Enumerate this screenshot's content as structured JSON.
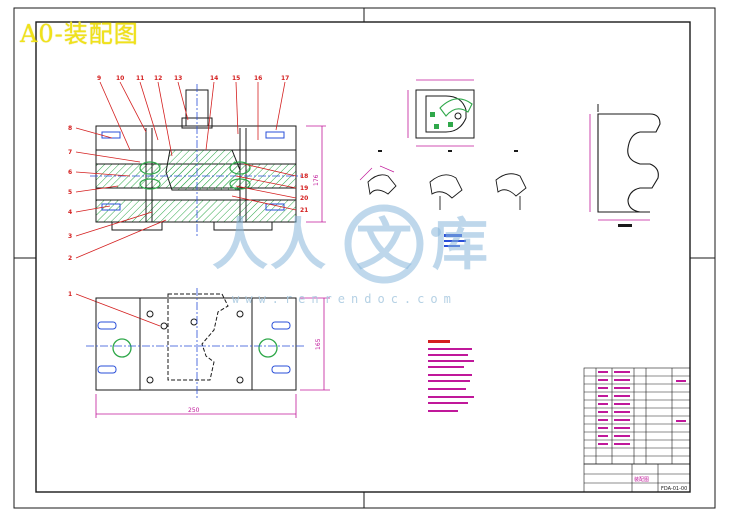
{
  "drawing": {
    "title": "A0-装配图",
    "watermark": {
      "chars": [
        "人",
        "人",
        "文",
        "库"
      ],
      "url": "www.renrendoc.com"
    },
    "part_labels": [
      "9",
      "10",
      "11",
      "12",
      "13",
      "14",
      "15",
      "16",
      "17",
      "8",
      "7",
      "6",
      "5",
      "4",
      "3",
      "2",
      "18",
      "19",
      "20",
      "21",
      "1"
    ],
    "dimensions": {
      "width_plan": "250",
      "height_plan": "165",
      "height_section": "176"
    },
    "title_block": {
      "drawing_name": "装配图",
      "drawing_number": "FDA-01-00"
    }
  },
  "colors": {
    "line": "#1a1a1a",
    "callout": "#d42020",
    "hatch": "#2fa84a",
    "centerline": "#2a4fd8",
    "dim": "#c0189a",
    "title": "#f0e21a"
  }
}
